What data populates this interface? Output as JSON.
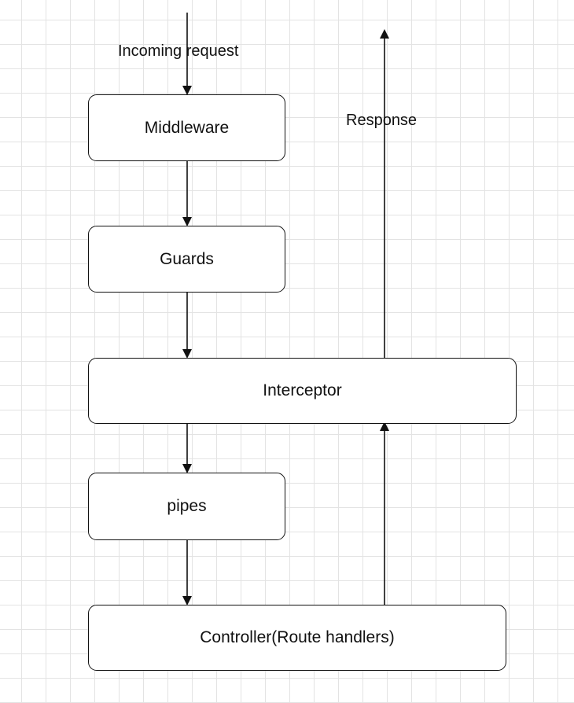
{
  "nodes": {
    "middleware": "Middleware",
    "guards": "Guards",
    "interceptor": "Interceptor",
    "pipes": "pipes",
    "controller": "Controller(Route handlers)"
  },
  "edge_labels": {
    "incoming": "Incoming request",
    "response": "Response"
  },
  "colors": {
    "stroke": "#111111",
    "grid": "#e3e3e3",
    "background": "#ffffff"
  }
}
